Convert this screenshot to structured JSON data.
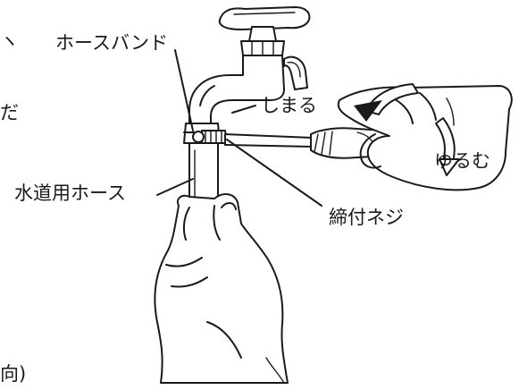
{
  "labels": {
    "hose_band": "ホースバンド",
    "tighten": "しまる",
    "loosen": "ゆるむ",
    "water_hose": "水道用ホース",
    "clamp_screw": "締付ネジ"
  },
  "edge_fragments": {
    "top_left_1": "ヽ",
    "top_left_2": "だ",
    "bottom_left": "向)"
  },
  "colors": {
    "ink": "#1a1a1a",
    "background": "#ffffff"
  }
}
